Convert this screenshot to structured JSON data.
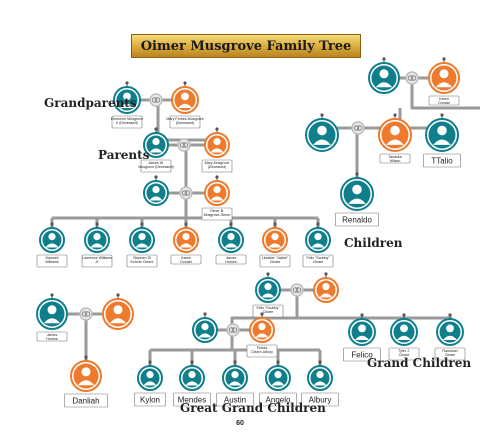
{
  "title": "Oimer Musgrove Family Tree",
  "page_number": "60",
  "colors": {
    "male": "#0f7f8c",
    "female": "#ee7b2d",
    "line": "#9a9a9a",
    "ring": "#bdbdbd",
    "ring_icon": "#888888"
  },
  "section_labels": {
    "grandparents": "Grandparents",
    "parents": "Parents",
    "children": "Children",
    "grand_children": "Grand Children",
    "great_grand_children": "Great Grand Children"
  },
  "people": {
    "grandfather": {
      "name": "Ebenezer Musgrove II (Deceased)",
      "gender": "male"
    },
    "grandmother": {
      "name": "Mary Forbes-Musgrove (Deceased)",
      "gender": "female"
    },
    "father": {
      "name": "James W. Musgrove (Deceased)",
      "gender": "male"
    },
    "mother": {
      "name": "Mary Musgrove (Deceased)",
      "gender": "female"
    },
    "oimer_partner": {
      "name": "",
      "gender": "male"
    },
    "oimer": {
      "name": "Oimer B. Musgrove-Girton",
      "gender": "female"
    },
    "maxwell": {
      "name": "Maxwell Williams",
      "gender": "male"
    },
    "lawrence": {
      "name": "Lawrence Williams Jr.",
      "gender": "male"
    },
    "stephen": {
      "name": "Stephen St Echore Cleare",
      "gender": "male"
    },
    "karen": {
      "name": "Karen Donald",
      "gender": "female"
    },
    "james_humes": {
      "name": "James Humes",
      "gender": "male"
    },
    "lindsay": {
      "name": "Lindabe \"Jackie\" Cleare",
      "gender": "female"
    },
    "felix": {
      "name": "Felix \"Scubby\" Cleare",
      "gender": "male"
    },
    "karen_partner": {
      "name": "",
      "gender": "male"
    },
    "karen_top": {
      "name": "Karen Donald",
      "gender": "female"
    },
    "tanacka_partner": {
      "name": "",
      "gender": "male"
    },
    "tanacka": {
      "name": "Tanacka Wilson",
      "gender": "female"
    },
    "ttalio": {
      "name": "TTalio",
      "gender": "male"
    },
    "renaldo": {
      "name": "Renaldo",
      "gender": "male"
    },
    "james_humes_2": {
      "name": "James Humes",
      "gender": "male"
    },
    "james_partner": {
      "name": "",
      "gender": "female"
    },
    "danliah": {
      "name": "Danliah",
      "gender": "female"
    },
    "felix_2": {
      "name": "Felix \"Scubby\" Cleare",
      "gender": "male"
    },
    "felix_partner": {
      "name": "",
      "gender": "female"
    },
    "felicia_partner": {
      "name": "",
      "gender": "male"
    },
    "felicia": {
      "name": "Felicia Cleare-Albury",
      "gender": "female"
    },
    "felico": {
      "name": "Felico",
      "gender": "male"
    },
    "tyler": {
      "name": "Tyler J. Cleare",
      "gender": "male"
    },
    "raunisan": {
      "name": "Raunisan Cleare",
      "gender": "male"
    },
    "kylon": {
      "name": "Kylon",
      "gender": "male"
    },
    "mendes": {
      "name": "Mendes",
      "gender": "male"
    },
    "austin": {
      "name": "Austin",
      "gender": "male"
    },
    "angelo": {
      "name": "Angelo",
      "gender": "male"
    },
    "albury": {
      "name": "Albury",
      "gender": "male"
    }
  }
}
